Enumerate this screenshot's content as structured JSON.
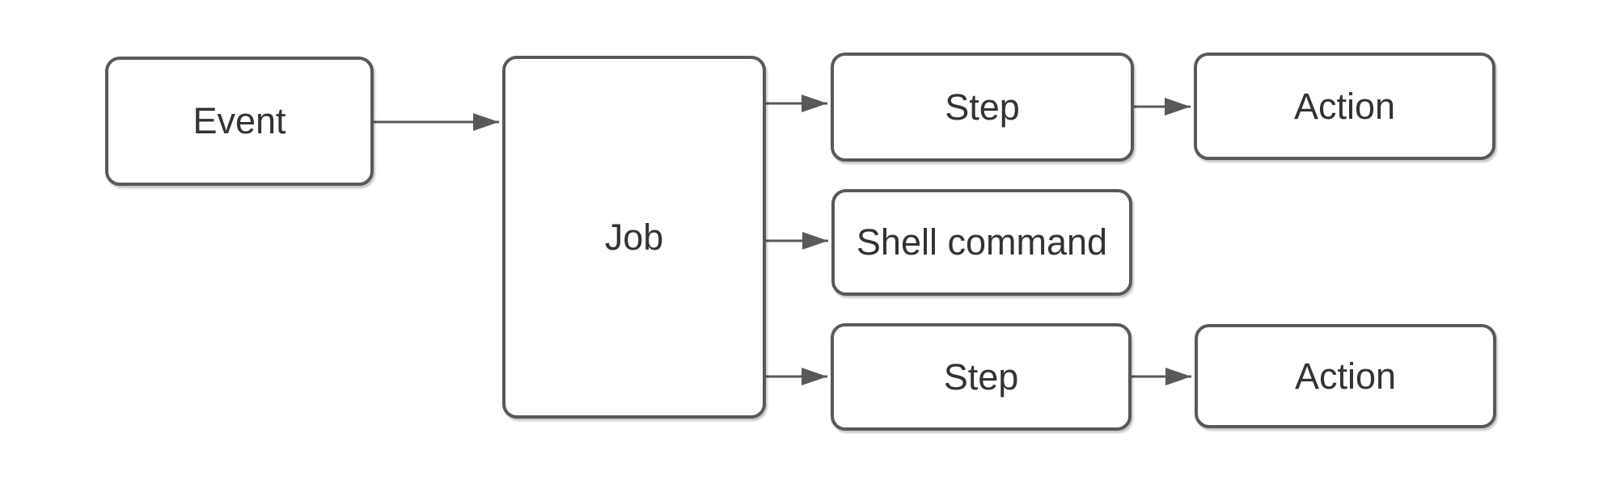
{
  "diagram": {
    "type": "flowchart",
    "nodes": {
      "event": {
        "label": "Event"
      },
      "job": {
        "label": "Job"
      },
      "step_top": {
        "label": "Step"
      },
      "action_top": {
        "label": "Action"
      },
      "shell_command": {
        "label": "Shell command"
      },
      "step_bottom": {
        "label": "Step"
      },
      "action_bottom": {
        "label": "Action"
      }
    },
    "edges": [
      {
        "from": "event",
        "to": "job"
      },
      {
        "from": "job",
        "to": "step_top"
      },
      {
        "from": "job",
        "to": "shell_command"
      },
      {
        "from": "job",
        "to": "step_bottom"
      },
      {
        "from": "step_top",
        "to": "action_top"
      },
      {
        "from": "step_bottom",
        "to": "action_bottom"
      }
    ],
    "colors": {
      "node_fill": "#ffffff",
      "node_border": "#595959",
      "connector": "#595959",
      "label_text": "#333333",
      "background": "#ffffff"
    }
  }
}
